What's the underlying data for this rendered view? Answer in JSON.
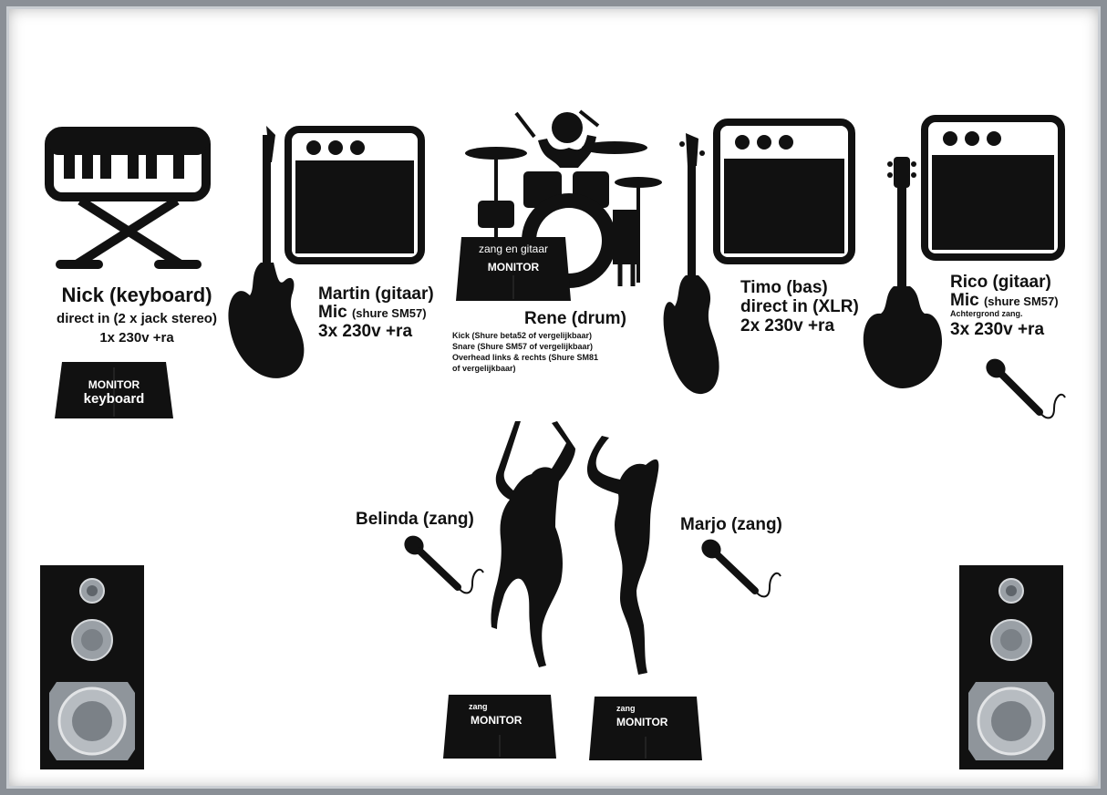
{
  "colors": {
    "silhouette": "#111111",
    "frame": "#8a8f96",
    "background": "#ffffff",
    "speaker_cone": "#9aa0a6"
  },
  "keyboard": {
    "name": "Nick (keyboard)",
    "line1": "direct in (2 x jack stereo)",
    "line2": "1x 230v +ra",
    "monitor_top": "MONITOR",
    "monitor_bottom": "keyboard"
  },
  "martin": {
    "name": "Martin (gitaar)",
    "mic_prefix": "Mic",
    "mic_model": "(shure SM57)",
    "power": "3x 230v +ra"
  },
  "drums": {
    "monitor_top": "zang en gitaar",
    "monitor_bottom": "MONITOR",
    "name": "Rene (drum)",
    "details": [
      "Kick (Shure beta52 of vergelijkbaar)",
      "Snare (Shure SM57 of vergelijkbaar)",
      "Overhead links & rechts (Shure SM81",
      "of vergelijkbaar)"
    ]
  },
  "timo": {
    "name": "Timo (bas)",
    "line1": "direct in (XLR)",
    "power": "2x 230v +ra"
  },
  "rico": {
    "name": "Rico (gitaar)",
    "mic_prefix": "Mic",
    "mic_model": "(shure SM57)",
    "backing": "Achtergrond zang.",
    "power": "3x 230v +ra"
  },
  "belinda": {
    "name": "Belinda (zang)",
    "monitor_top": "zang",
    "monitor_bottom": "MONITOR"
  },
  "marjo": {
    "name": "Marjo (zang)",
    "monitor_top": "zang",
    "monitor_bottom": "MONITOR"
  },
  "icons": [
    "keyboard-icon",
    "electric-guitar-icon",
    "guitar-amp-icon",
    "drum-kit-icon",
    "bass-guitar-icon",
    "microphone-icon",
    "singer-silhouette-icon",
    "stage-monitor-icon",
    "pa-speaker-icon"
  ]
}
